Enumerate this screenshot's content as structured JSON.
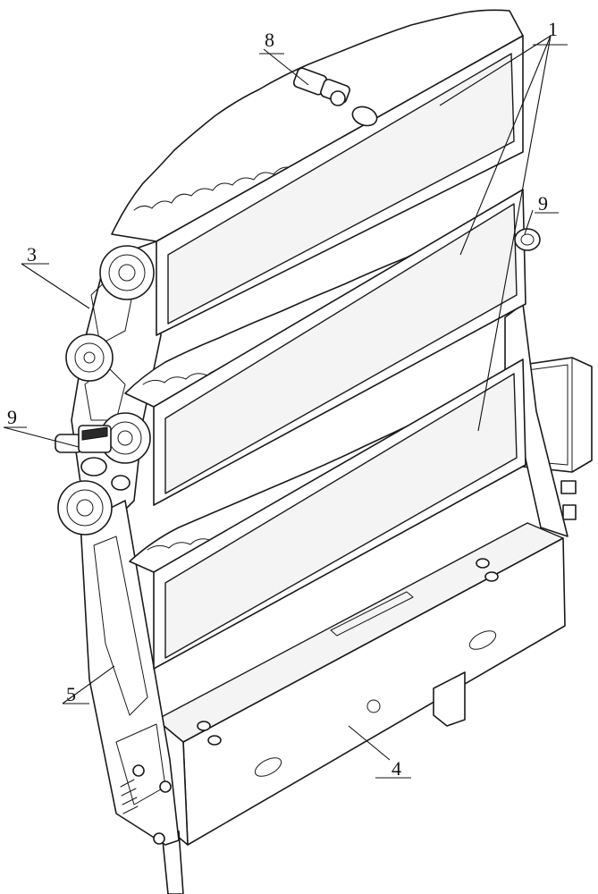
{
  "figure": {
    "callouts": [
      {
        "id": "panel",
        "label": "1"
      },
      {
        "id": "frame-left",
        "label": "3"
      },
      {
        "id": "base-box",
        "label": "4"
      },
      {
        "id": "side-frame",
        "label": "5"
      },
      {
        "id": "top-handle",
        "label": "8"
      },
      {
        "id": "knob-right",
        "label": "9"
      },
      {
        "id": "knob-left",
        "label": "9"
      }
    ]
  }
}
